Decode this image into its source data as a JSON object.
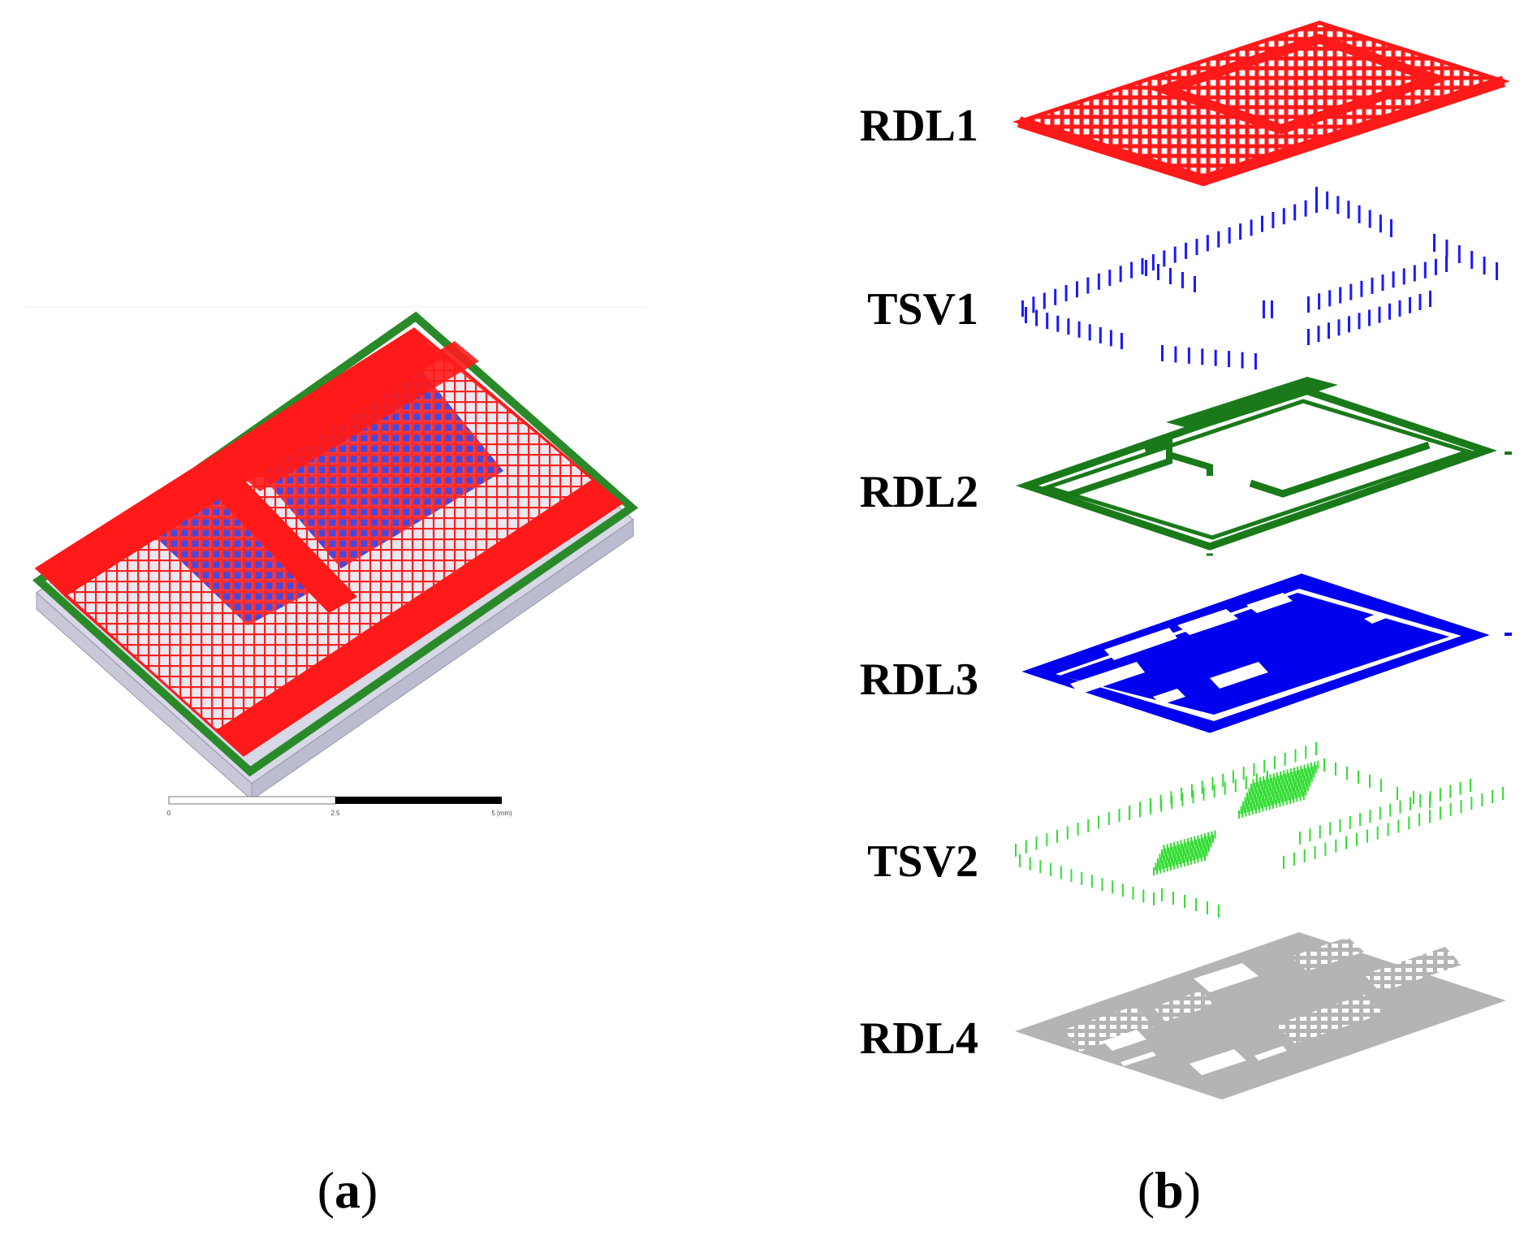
{
  "figure": {
    "panel_a": {
      "caption_open": "(",
      "caption_letter": "a",
      "caption_close": ")",
      "scale_bar": {
        "ticks": [
          "0",
          "2.5",
          "5 (mm)"
        ]
      }
    },
    "panel_b": {
      "caption_open": "(",
      "caption_letter": "b",
      "caption_close": ")",
      "layers": [
        {
          "label": "RDL1",
          "color": "#ff1a1a",
          "kind": "mesh"
        },
        {
          "label": "TSV1",
          "color": "#1a1aff",
          "kind": "vias"
        },
        {
          "label": "RDL2",
          "color": "#1a7a1a",
          "kind": "outline"
        },
        {
          "label": "RDL3",
          "color": "#0000ee",
          "kind": "plane"
        },
        {
          "label": "TSV2",
          "color": "#33dd33",
          "kind": "vias"
        },
        {
          "label": "RDL4",
          "color": "#b4b4b4",
          "kind": "plane"
        }
      ]
    }
  }
}
